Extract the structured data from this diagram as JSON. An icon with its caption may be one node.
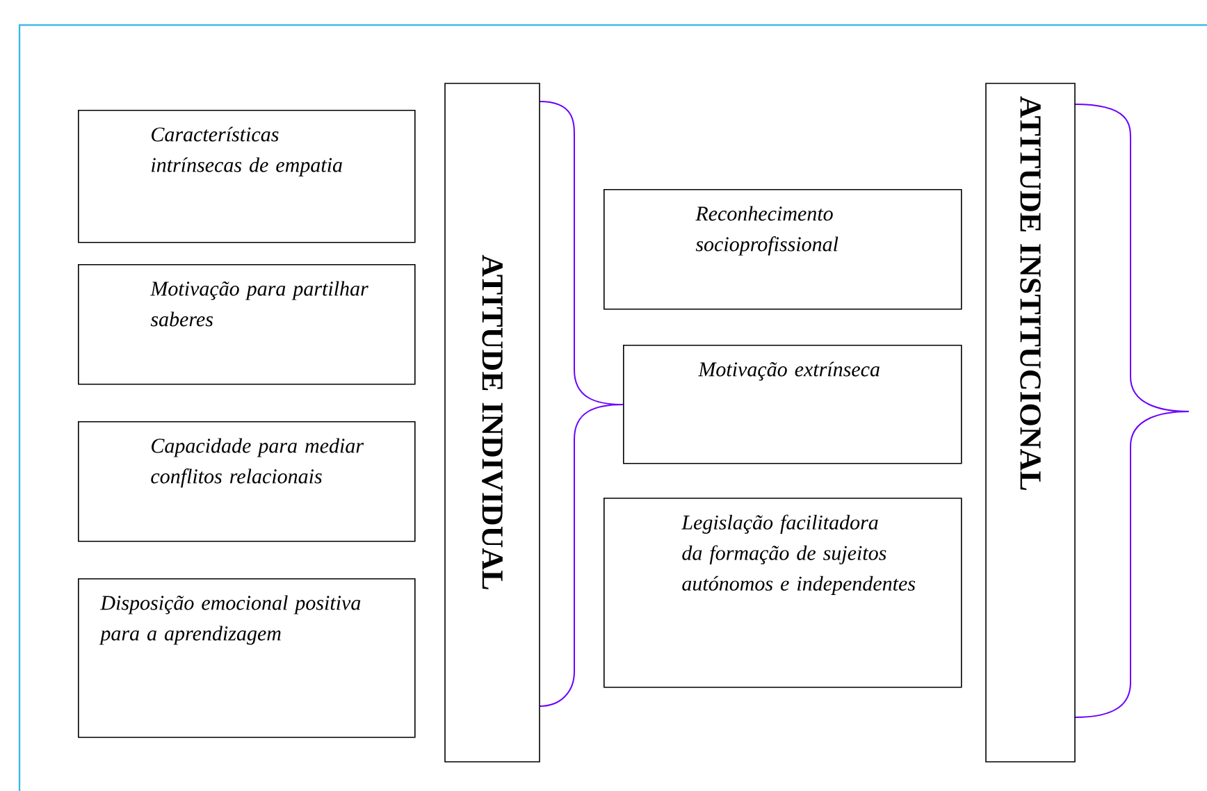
{
  "diagram": {
    "nodes": [
      {
        "text": [
          "Características intrínsecas de empatia"
        ]
      },
      {
        "text": [
          "Motivação para partilhar saberes"
        ]
      },
      {
        "text": [
          "Capacidade para mediar conflitos relacionais"
        ]
      },
      {
        "text": [
          "Disposição emocional positiva para a aprendizagem"
        ]
      },
      {
        "text": [
          "ATITUDE INDIVIDUAL"
        ]
      },
      {
        "text": [
          "Reconhecimento socioprofissional"
        ]
      },
      {
        "text": [
          "Motivação extrínseca"
        ]
      },
      {
        "text": [
          "Legislação facilitadora da formação de sujeitos autónomos e independentes"
        ]
      },
      {
        "text": [
          "ATITUDE INSTITUCIONAL"
        ]
      }
    ]
  }
}
